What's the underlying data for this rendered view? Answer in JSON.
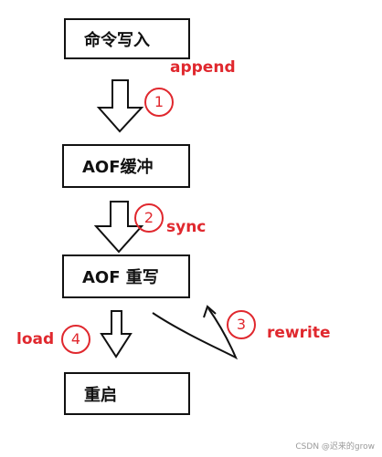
{
  "steps": [
    {
      "label": "命令写入"
    },
    {
      "label": "AOF缓冲"
    },
    {
      "label": "AOF 重写"
    },
    {
      "label": "重启"
    }
  ],
  "edges": [
    {
      "number": "1",
      "label": "append"
    },
    {
      "number": "2",
      "label": "sync"
    },
    {
      "number": "3",
      "label": "rewrite"
    },
    {
      "number": "4",
      "label": "load"
    }
  ],
  "colors": {
    "accent": "#e0282e",
    "stroke": "#111111"
  },
  "watermark": "CSDN @迟来的grow"
}
